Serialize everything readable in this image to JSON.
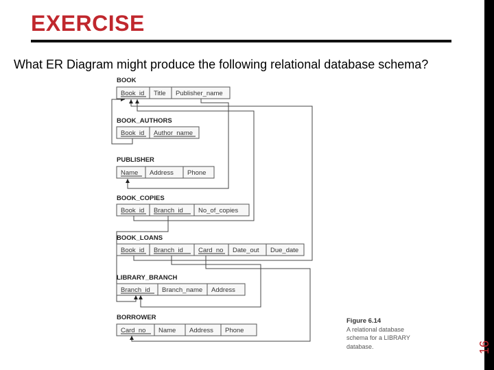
{
  "slide": {
    "title": "EXERCISE",
    "question": "What ER Diagram might produce the following relational database schema?",
    "page_number": "16"
  },
  "schema": {
    "relations": [
      {
        "name": "BOOK",
        "attributes": [
          {
            "label": "Book_id",
            "key": true
          },
          {
            "label": "Title",
            "key": false
          },
          {
            "label": "Publisher_name",
            "key": false
          }
        ]
      },
      {
        "name": "BOOK_AUTHORS",
        "attributes": [
          {
            "label": "Book_id",
            "key": true
          },
          {
            "label": "Author_name",
            "key": true
          }
        ]
      },
      {
        "name": "PUBLISHER",
        "attributes": [
          {
            "label": "Name",
            "key": true
          },
          {
            "label": "Address",
            "key": false
          },
          {
            "label": "Phone",
            "key": false
          }
        ]
      },
      {
        "name": "BOOK_COPIES",
        "attributes": [
          {
            "label": "Book_id",
            "key": true
          },
          {
            "label": "Branch_id",
            "key": true
          },
          {
            "label": "No_of_copies",
            "key": false
          }
        ]
      },
      {
        "name": "BOOK_LOANS",
        "attributes": [
          {
            "label": "Book_id",
            "key": true
          },
          {
            "label": "Branch_id",
            "key": true
          },
          {
            "label": "Card_no",
            "key": true
          },
          {
            "label": "Date_out",
            "key": false
          },
          {
            "label": "Due_date",
            "key": false
          }
        ]
      },
      {
        "name": "LIBRARY_BRANCH",
        "attributes": [
          {
            "label": "Branch_id",
            "key": true
          },
          {
            "label": "Branch_name",
            "key": false
          },
          {
            "label": "Address",
            "key": false
          }
        ]
      },
      {
        "name": "BORROWER",
        "attributes": [
          {
            "label": "Card_no",
            "key": true
          },
          {
            "label": "Name",
            "key": false
          },
          {
            "label": "Address",
            "key": false
          },
          {
            "label": "Phone",
            "key": false
          }
        ]
      }
    ]
  },
  "figure": {
    "label": "Figure 6.14",
    "caption_lines": [
      "A relational database",
      "schema for a LIBRARY",
      "database."
    ]
  }
}
